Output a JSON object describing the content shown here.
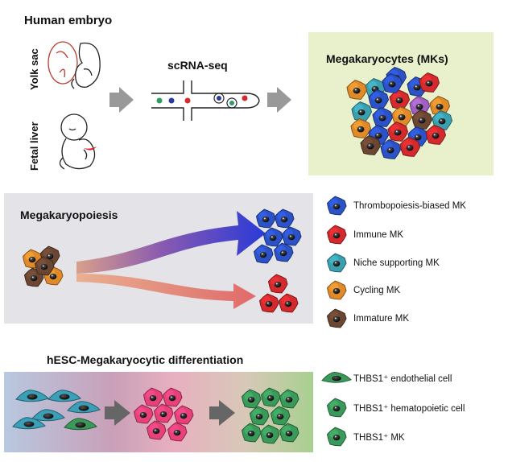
{
  "top": {
    "title": "Human embryo",
    "yolk_label": "Yolk sac",
    "liver_label": "Fetal liver",
    "method": "scRNA-seq",
    "mk_title": "Megakaryocytes (MKs)"
  },
  "middle": {
    "title": "Megakaryopoiesis"
  },
  "bottom": {
    "title": "hESC-Megakaryocytic differentiation"
  },
  "legend": [
    {
      "label": "Thrombopoiesis-biased MK",
      "color": "#2c52c8"
    },
    {
      "label": "Immune MK",
      "color": "#d42a2e"
    },
    {
      "label": "Niche supporting MK",
      "color": "#3aa0b0"
    },
    {
      "label": "Cycling MK",
      "color": "#e08a2a"
    },
    {
      "label": "Immature MK",
      "color": "#6b4632"
    }
  ],
  "legend2": [
    {
      "label": "THBS1⁺ endothelial cell",
      "color": "#3a9a5a"
    },
    {
      "label": "THBS1⁺ hematopoietic cell",
      "color": "#3a9a5a"
    },
    {
      "label": "THBS1⁺ MK",
      "color": "#3a9a5a"
    }
  ],
  "colors": {
    "mk_panel_bg": "#e8f0cc",
    "mega_panel_bg": "#e4e4e8",
    "arrow_gray": "#999999",
    "cell_purple": "#a060c0",
    "cell_pink": "#e8417a"
  }
}
